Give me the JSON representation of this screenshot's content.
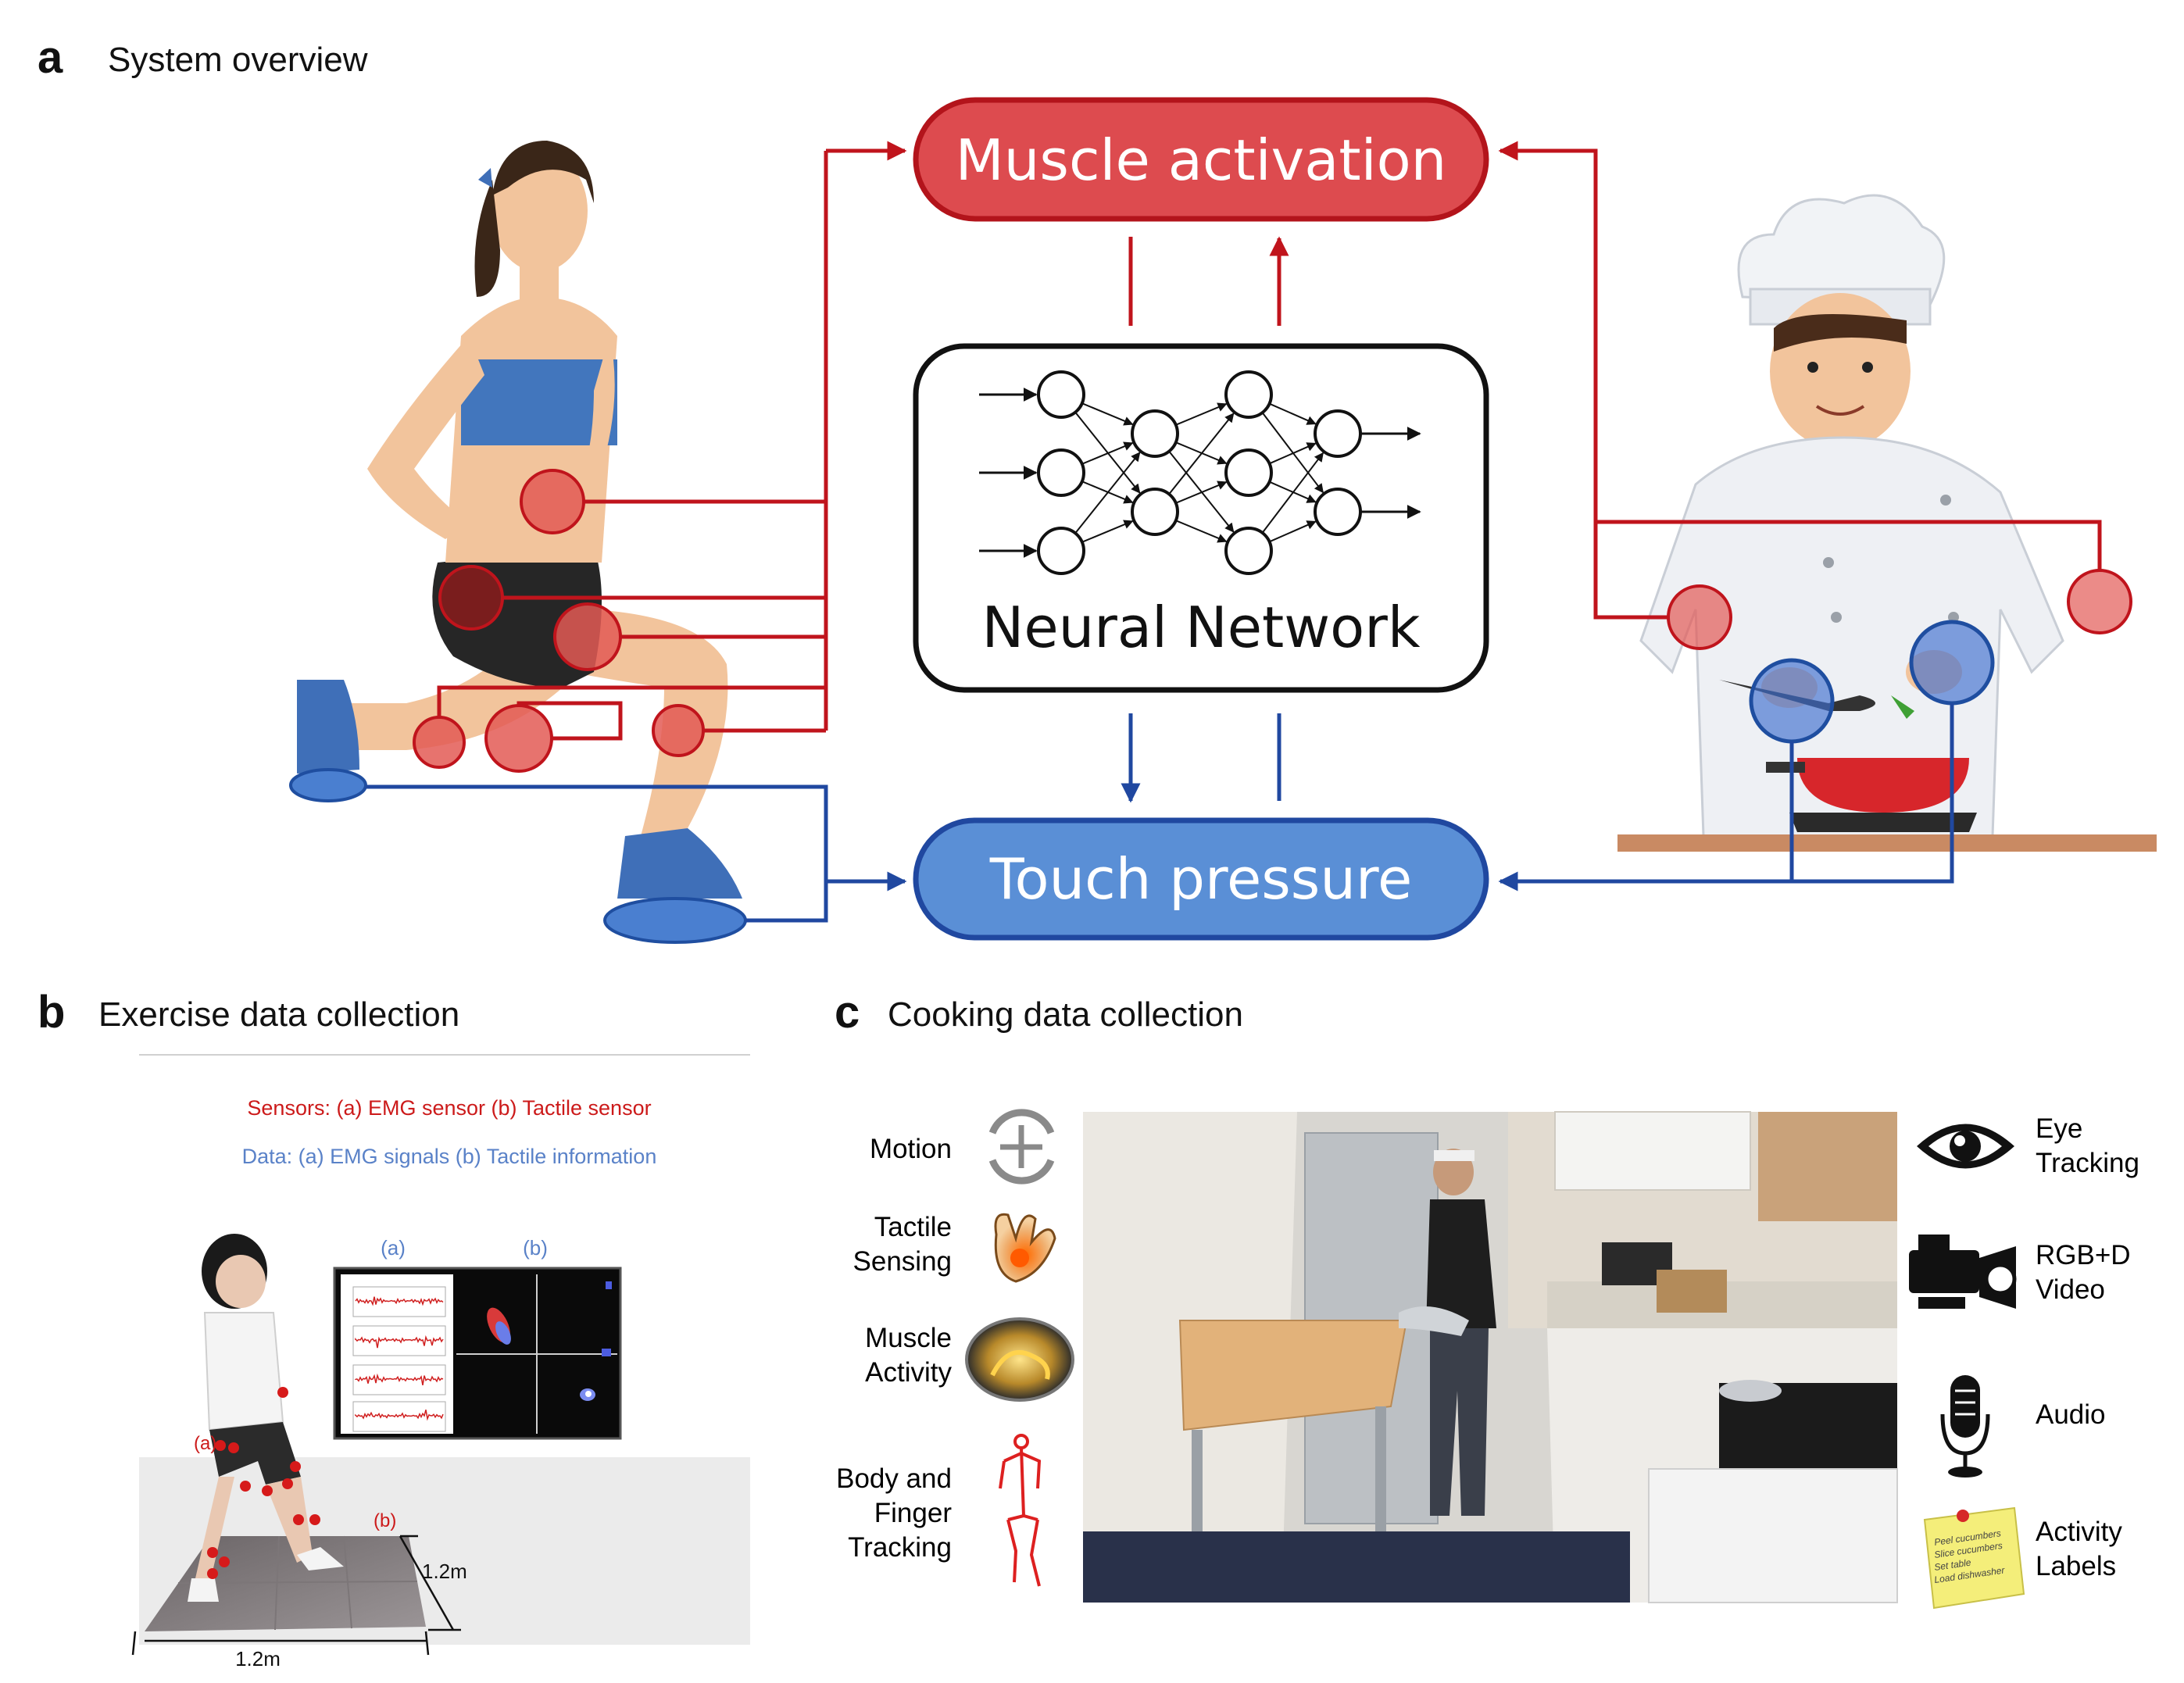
{
  "panel_a": {
    "letter": "a",
    "title": "System overview",
    "muscle_node": "Muscle activation",
    "nn_node": "Neural Network",
    "touch_node": "Touch pressure",
    "colors": {
      "muscle": "#dd4b4f",
      "touch": "#5a8fd6",
      "red_line": "#c0141c",
      "blue_line": "#2048a0"
    }
  },
  "panel_b": {
    "letter": "b",
    "title": "Exercise data collection",
    "sensors_text": "Sensors: (a) EMG sensor (b) Tactile sensor",
    "data_text": "Data: (a) EMG signals (b) Tactile information",
    "tag_a": "(a)",
    "tag_b": "(b)",
    "floor_tag_a": "(a)",
    "floor_tag_b": "(b)",
    "dim_depth": "1.2m",
    "dim_width": "1.2m"
  },
  "panel_c": {
    "letter": "c",
    "title": "Cooking  data collection",
    "left_items": [
      {
        "label": "Motion",
        "icon": "motion-icon"
      },
      {
        "label": "Tactile\nSensing",
        "icon": "hand-tactile-icon"
      },
      {
        "label": "Muscle\nActivity",
        "icon": "muscle-icon"
      },
      {
        "label": "Body and\nFinger\nTracking",
        "icon": "skeleton-icon"
      }
    ],
    "right_items": [
      {
        "label": "Eye\nTracking",
        "icon": "eye-icon"
      },
      {
        "label": "RGB+D\nVideo",
        "icon": "video-camera-icon"
      },
      {
        "label": "Audio",
        "icon": "microphone-icon"
      },
      {
        "label": "Activity\nLabels",
        "icon": "sticky-note-icon"
      }
    ],
    "note_lines": [
      "Peel cucumbers",
      "Slice cucumbers",
      "Set table",
      "Load dishwasher"
    ]
  }
}
